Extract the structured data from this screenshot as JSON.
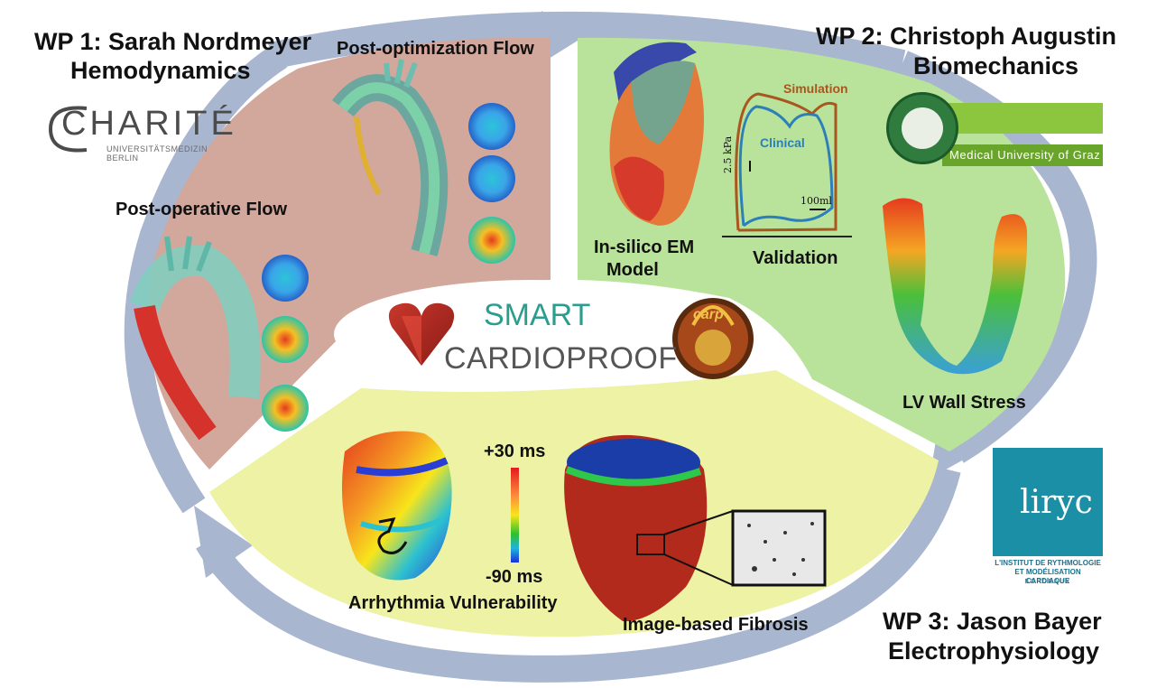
{
  "wp1": {
    "title": "WP 1: Sarah Nordmeyer",
    "subtitle": "Hemodynamics",
    "logo_main": "CHARITÉ",
    "logo_sub": "UNIVERSITÄTSMEDIZIN BERLIN"
  },
  "wp2": {
    "title": "WP 2: Christoph Augustin",
    "subtitle": "Biomechanics",
    "logo_text": "Medical University of Graz"
  },
  "wp3": {
    "title": "WP 3: Jason Bayer",
    "subtitle": "Electrophysiology",
    "logo_word": "liryc",
    "logo_line1": "L'INSTITUT DE RYTHMOLOGIE",
    "logo_line2": "ET MODÉLISATION CARDIAQUE",
    "logo_line3": "BORDEAUX"
  },
  "center": {
    "line1": "SMART",
    "line2": "CARDIOPROOF",
    "badge": "carp"
  },
  "labels": {
    "post_optimization": "Post-optimization Flow",
    "post_operative": "Post-operative Flow",
    "insilico_1": "In-silico EM",
    "insilico_2": "Model",
    "validation": "Validation",
    "simulation": "Simulation",
    "clinical": "Clinical",
    "kpa": "2.5 kPa",
    "ml": "100ml",
    "lv_wall_stress": "LV Wall Stress",
    "arrhythmia": "Arrhythmia Vulnerability",
    "fibrosis": "Image-based Fibrosis",
    "scale_top": "+30 ms",
    "scale_bottom": "-90 ms"
  },
  "colors": {
    "ring": "#a9b6d0",
    "wp1_sector": "#d2a79c",
    "wp2_sector": "#b9e39a",
    "wp3_sector": "#eef2a4",
    "simulation_curve": "#a9561f",
    "clinical_curve": "#2c7fb8"
  }
}
